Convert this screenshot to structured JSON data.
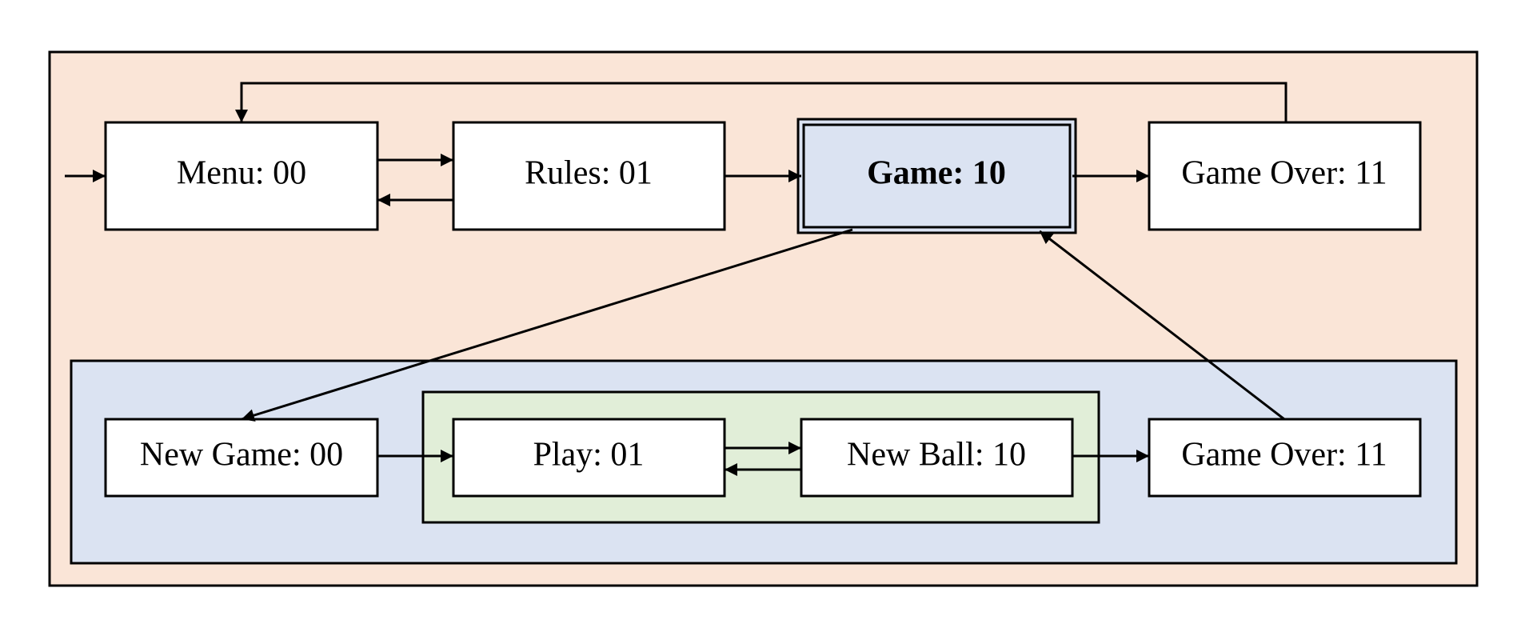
{
  "colors": {
    "outer_fill": "#fae5d7",
    "middle_fill": "#dbe3f2",
    "inner_fill": "#e1eed8",
    "active_node_fill": "#dbe3f2",
    "node_fill": "#ffffff",
    "stroke": "#000000"
  },
  "nodes": {
    "menu": "Menu: 00",
    "rules": "Rules: 01",
    "game": "Game: 10",
    "game_over_top": "Game Over: 11",
    "new_game": "New Game: 00",
    "play": "Play: 01",
    "new_ball": "New Ball: 10",
    "game_over_bottom": "Game Over: 11"
  }
}
